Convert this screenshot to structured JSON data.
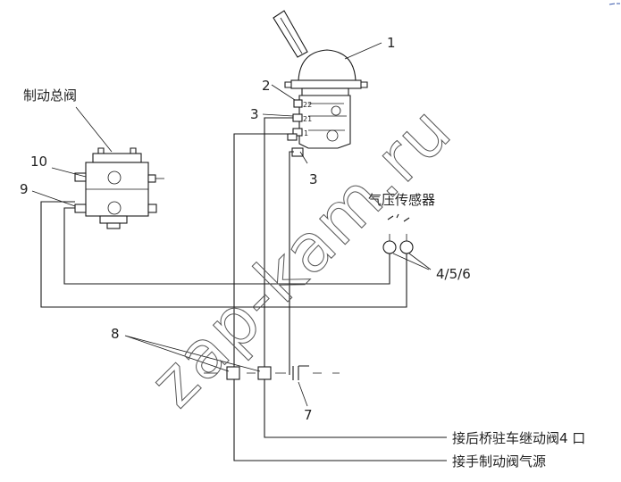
{
  "labels": {
    "n1": "1",
    "n2": "2",
    "n3a": "3",
    "n3b": "3",
    "n7": "7",
    "n8": "8",
    "n9": "9",
    "n10": "10",
    "n456": "4/5/6",
    "port22": "22",
    "port21": "21",
    "port1": "1"
  },
  "text": {
    "main_brake_valve": "制动总阀",
    "pressure_sensor": "气压传感器",
    "to_rear_axle": "接后桥驻车继动阀4 口",
    "to_hand_brake": "接手制动阀气源"
  },
  "watermark": "zap-kam.ru",
  "colors": {
    "line": "#1a1a1a",
    "text": "#222222",
    "watermark": "#555555",
    "corner_mark": "#3355aa"
  }
}
